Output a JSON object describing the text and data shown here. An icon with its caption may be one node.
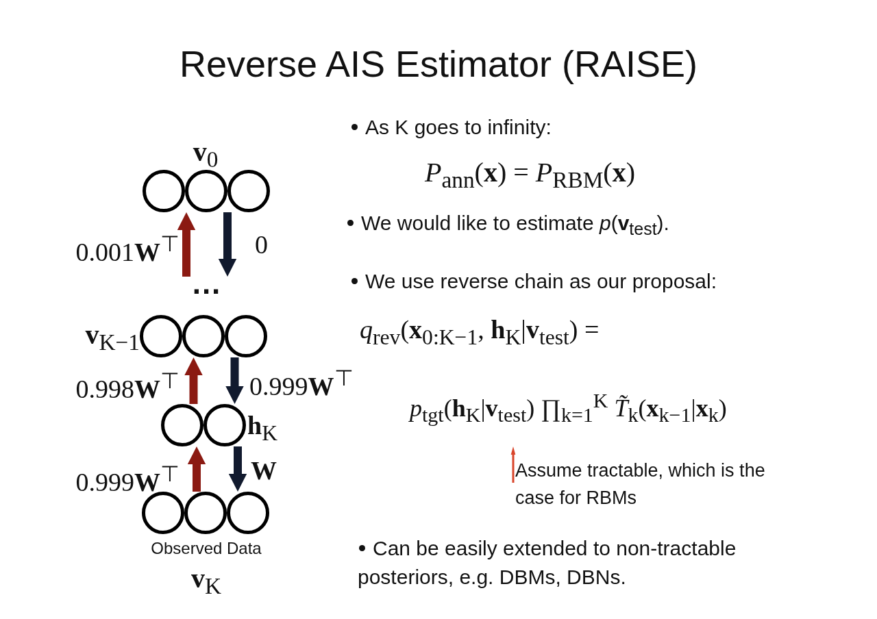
{
  "diagram": {
    "title": "Reverse AIS Estimator (RAISE)",
    "nodes": [
      {
        "text": [
          "**v**$_{0}$"
        ]
      },
      {
        "text": [],
        "shape": "circle",
        "in": 0
      },
      {
        "text": [],
        "shape": "circle",
        "in": 0
      },
      {
        "text": [],
        "shape": "circle",
        "in": 0
      },
      {
        "text": [
          "..."
        ]
      },
      {
        "text": [
          "**v**$_{K−1}$"
        ]
      },
      {
        "text": [],
        "shape": "circle",
        "in": 5
      },
      {
        "text": [],
        "shape": "circle",
        "in": 5
      },
      {
        "text": [],
        "shape": "circle",
        "in": 5
      },
      {
        "text": [
          "**h**$_{K}$"
        ]
      },
      {
        "text": [],
        "shape": "circle",
        "in": 9
      },
      {
        "text": [],
        "shape": "circle",
        "in": 9
      },
      {
        "text": [
          "Observed Data",
          "**v**$_{K}$"
        ]
      },
      {
        "text": [],
        "shape": "circle",
        "in": 12
      },
      {
        "text": [],
        "shape": "circle",
        "in": 12
      },
      {
        "text": [],
        "shape": "circle",
        "in": 12
      },
      {
        "text": [
          "Assume tractable, which is the case for RBMs"
        ]
      }
    ],
    "edges": [
      {
        "from": 4,
        "to": 0,
        "arrow": "to",
        "label": "0.001**W**$^{⊤}$",
        "color": "#8b1a12"
      },
      {
        "from": 0,
        "to": 4,
        "arrow": "to",
        "label": "0",
        "color": "#111a2e"
      },
      {
        "from": 9,
        "to": 5,
        "arrow": "to",
        "label": "0.998**W**$^{⊤}$",
        "color": "#8b1a12"
      },
      {
        "from": 5,
        "to": 9,
        "arrow": "to",
        "label": "0.999**W**$^{⊤}$",
        "color": "#111a2e"
      },
      {
        "from": 12,
        "to": 9,
        "arrow": "to",
        "label": "0.999**W**$^{⊤}$",
        "color": "#8b1a12"
      },
      {
        "from": 9,
        "to": 12,
        "arrow": "to",
        "label": "**W**",
        "color": "#111a2e"
      },
      {
        "from": 16,
        "to": null,
        "arrow": "to",
        "color": "#d9452b"
      }
    ],
    "labels": [
      "As K goes to infinity:",
      "*P*$_{ann}$(**x**) = *P*$_{RBM}$(**x**)",
      "We would like to estimate *p*(**v**$_{test}$).",
      "We use reverse chain as our proposal:",
      "*q*$_{rev}$(**x**$_{0:K−1}$, **h**$_{K}$|**v**$_{test}$) =",
      "*p*$_{tgt}$(**h**$_{K}$|**v**$_{test}$) ∏$_{k=1}$$^{K}$ *T̃*$_{k}$(**x**$_{k−1}$|**x**$_{k}$)",
      "Can be easily extended to non-tractable posteriors, e.g. DBMs, DBNs."
    ]
  }
}
